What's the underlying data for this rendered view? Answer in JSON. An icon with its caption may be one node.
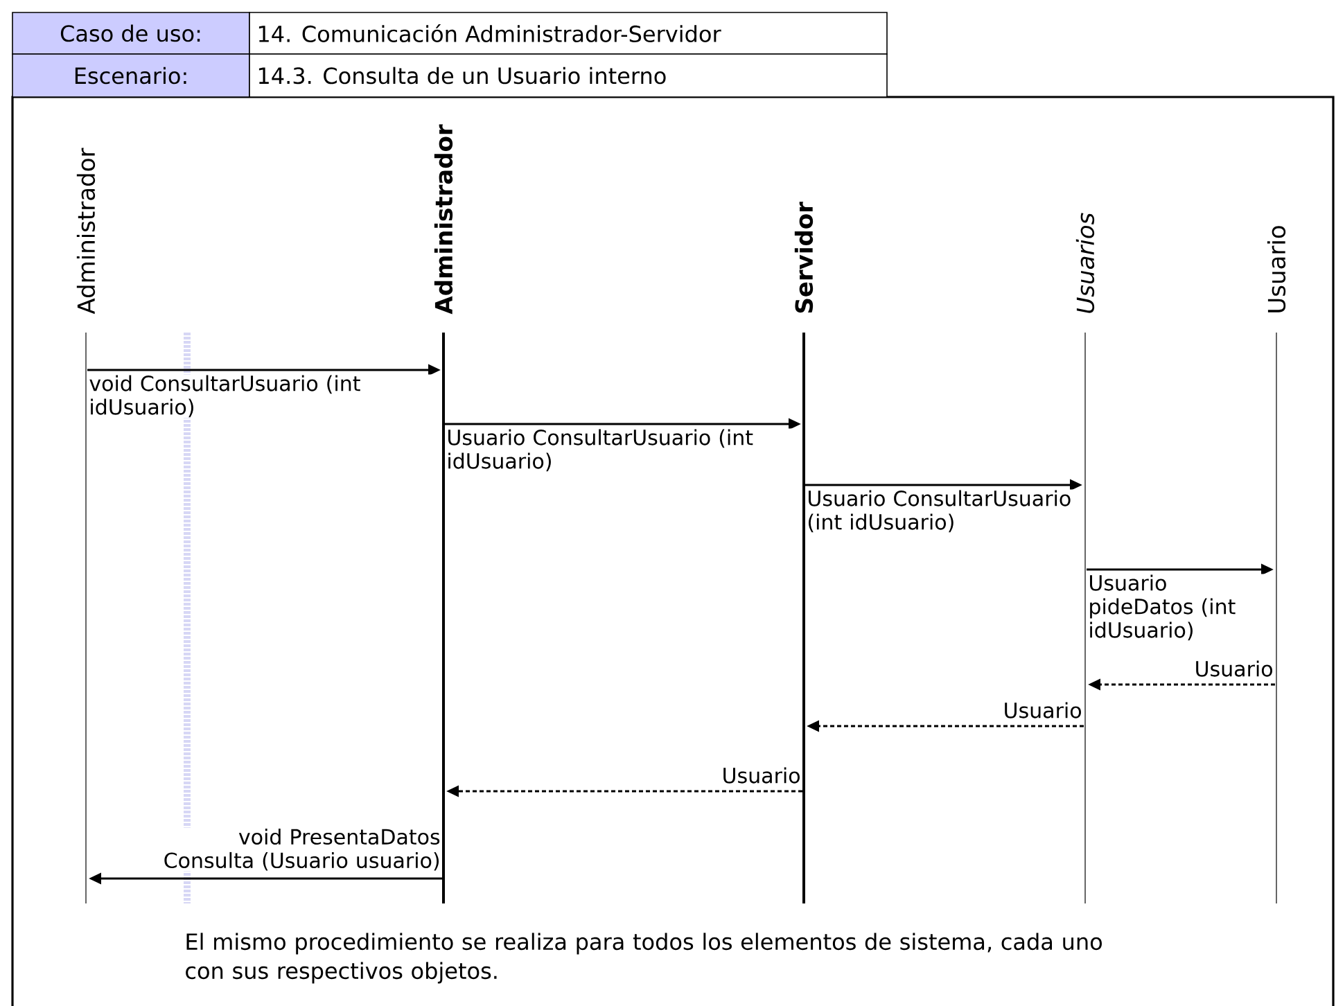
{
  "diagram": {
    "nodes": [
      {
        "text": [
          "Administrador"
        ]
      },
      {
        "text": [
          "Administrador"
        ]
      },
      {
        "text": [
          "Servidor"
        ]
      },
      {
        "text": [
          "Usuarios"
        ]
      },
      {
        "text": [
          "Usuario"
        ]
      }
    ],
    "edges": [
      {
        "from": 0,
        "to": 1,
        "arrow": "to",
        "label": "void ConsultarUsuario (int idUsuario)"
      },
      {
        "from": 1,
        "to": 2,
        "arrow": "to",
        "label": "Usuario ConsultarUsuario (int idUsuario)"
      },
      {
        "from": 2,
        "to": 3,
        "arrow": "to",
        "label": "Usuario ConsultarUsuario (int idUsuario)"
      },
      {
        "from": 3,
        "to": 4,
        "arrow": "to",
        "label": "Usuario pideDatos (int idUsuario)"
      },
      {
        "from": 4,
        "to": 3,
        "arrow": "to",
        "label": "Usuario",
        "style": "dashed"
      },
      {
        "from": 3,
        "to": 2,
        "arrow": "to",
        "label": "Usuario",
        "style": "dashed"
      },
      {
        "from": 2,
        "to": 1,
        "arrow": "to",
        "label": "Usuario",
        "style": "dashed"
      },
      {
        "from": 1,
        "to": 0,
        "arrow": "to",
        "label": "void PresentaDatos Consulta (Usuario usuario)"
      }
    ],
    "labels": [
      "Caso de uso:",
      "14. Comunicación Administrador-Servidor",
      "Escenario:",
      "14.3. Consulta de un Usuario interno",
      "El mismo procedimiento se realiza para todos los elementos de sistema, cada uno con sus respectivos objetos."
    ]
  }
}
